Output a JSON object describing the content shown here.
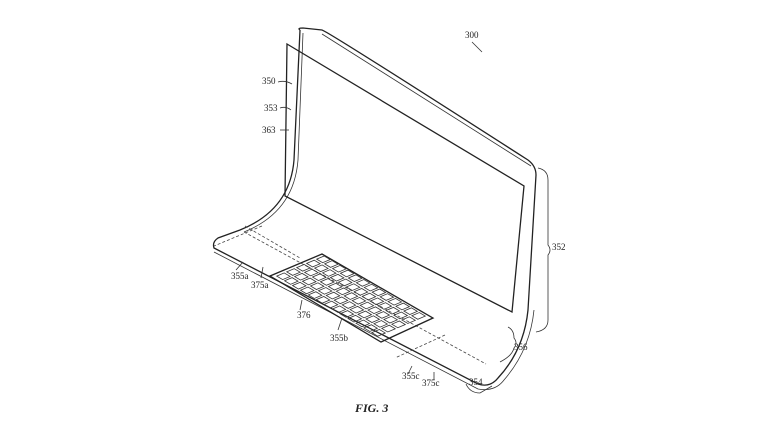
{
  "figure": {
    "caption": "FIG. 3",
    "labels": {
      "device": "300",
      "l350": "350",
      "l353": "353",
      "l363": "363",
      "l352": "352",
      "l355a": "355a",
      "l375a": "375a",
      "l376": "376",
      "l355b": "355b",
      "l356": "356",
      "l355c": "355c",
      "l375c": "375c",
      "l354": "354"
    }
  }
}
